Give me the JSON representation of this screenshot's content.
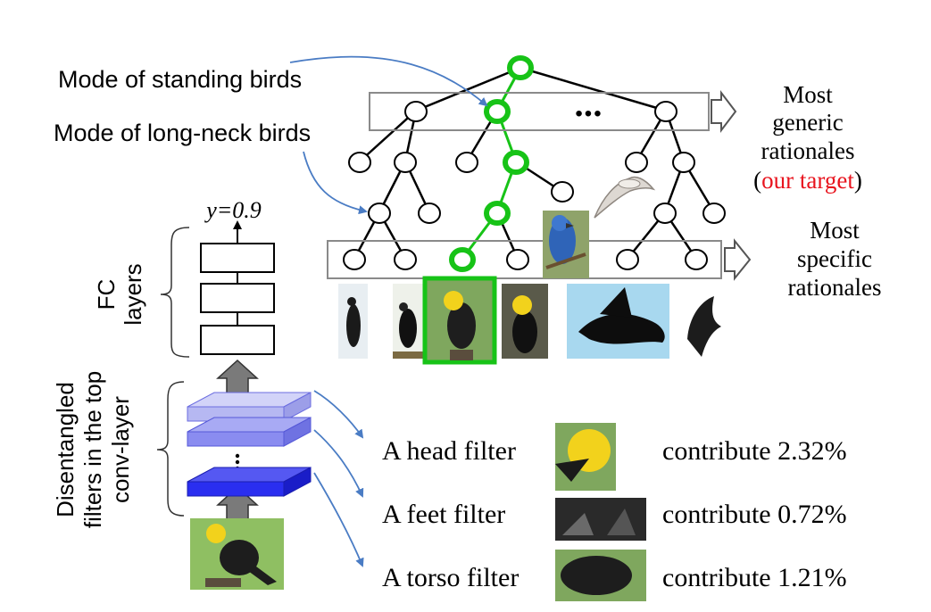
{
  "labels": {
    "mode_standing": "Mode of standing birds",
    "mode_longneck": "Mode of long-neck birds",
    "ellipsis": "•••",
    "generic_line1": "Most",
    "generic_line2": "generic",
    "generic_line3": "rationales",
    "target_open": "(",
    "target_text": "our target",
    "target_close": ")",
    "specific_line1": "Most",
    "specific_line2": "specific",
    "specific_line3": "rationales",
    "output": "y=0.9",
    "fc_line1": "FC",
    "fc_line2": "layers",
    "conv_line1": "Disentangled",
    "conv_line2": "filters in the top",
    "conv_line3": "conv-layer"
  },
  "filters": [
    {
      "name": "A head filter",
      "contribution": "contribute 2.32%"
    },
    {
      "name": "A feet filter",
      "contribution": "contribute 0.72%"
    },
    {
      "name": "A torso filter",
      "contribution": "contribute 1.21%"
    }
  ],
  "colors": {
    "highlight": "#17c317",
    "arrow_blue": "#4a7cc4",
    "target_red": "#e8141e",
    "conv_layer_1": "#b6b8f2",
    "conv_layer_2": "#8a8cf0",
    "conv_layer_3": "#2a2ef0"
  },
  "icons": [
    "bird-photo",
    "filter-patch",
    "tree-node",
    "hollow-arrow"
  ]
}
